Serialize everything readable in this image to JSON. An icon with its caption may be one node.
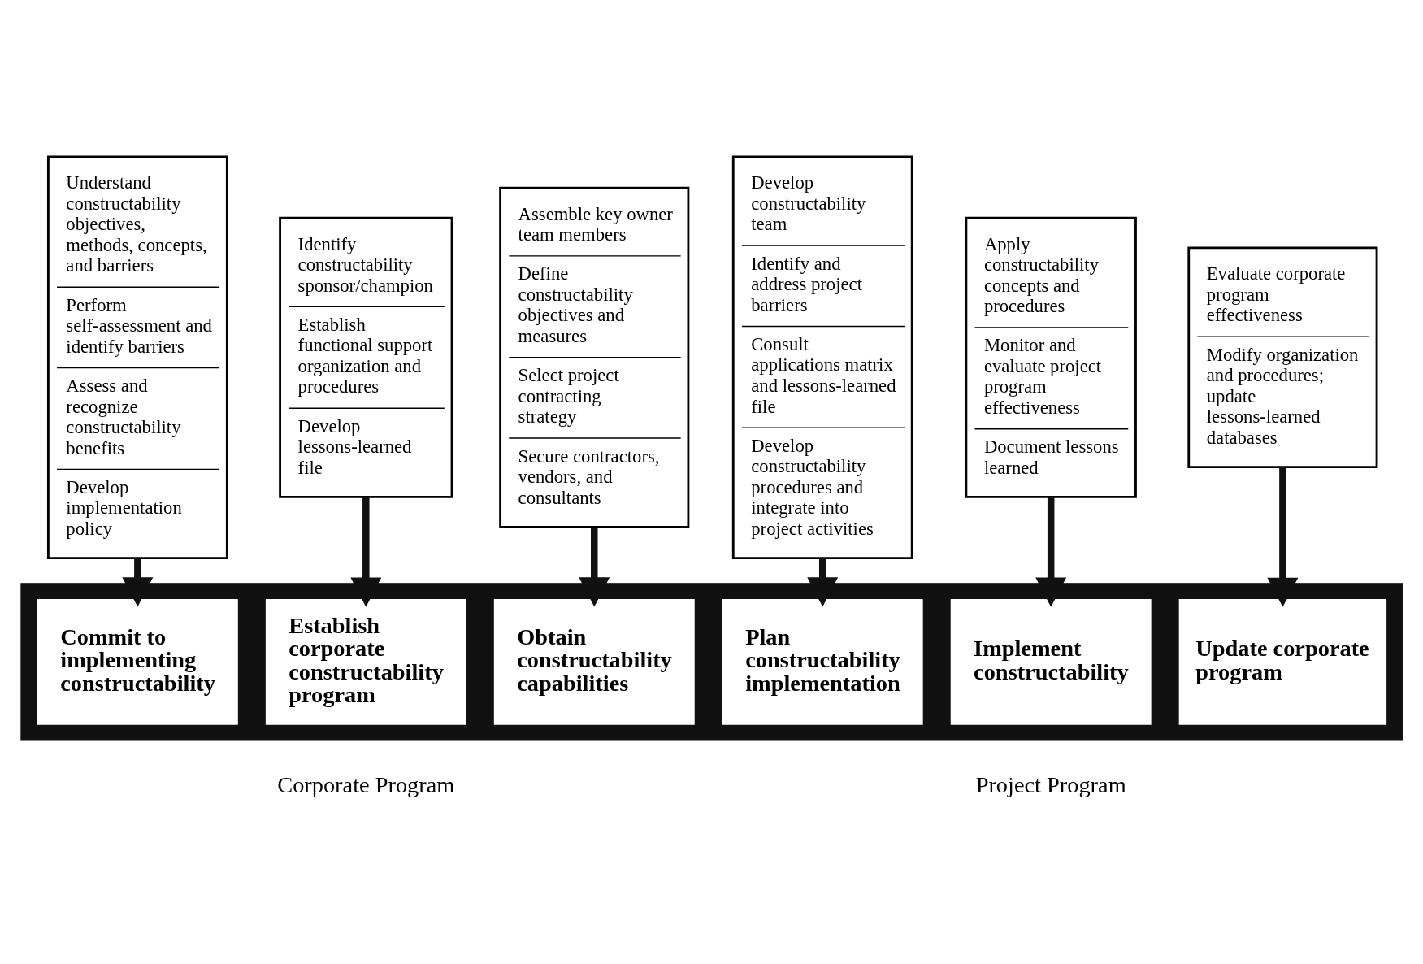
{
  "diagram": {
    "nodes": [
      {
        "text": [
          "Understand constructability objectives, methods, concepts, and barriers",
          "Perform self-assessment and identify barriers",
          "Assess and recognize constructability benefits",
          "Develop implementation policy"
        ]
      },
      {
        "text": [
          "Identify constructability sponsor/champion",
          "Establish functional support organization and procedures",
          "Develop lessons-learned file"
        ]
      },
      {
        "text": [
          "Assemble key owner team members",
          "Define constructability objectives and measures",
          "Select project contracting strategy",
          "Secure contractors, vendors, and consultants"
        ]
      },
      {
        "text": [
          "Develop constructability team",
          "Identify and address project barriers",
          "Consult applications matrix and lessons-learned file",
          "Develop constructability procedures and integrate into project activities"
        ]
      },
      {
        "text": [
          "Apply constructability concepts and procedures",
          "Monitor and evaluate project program effectiveness",
          "Document lessons learned"
        ]
      },
      {
        "text": [
          "Evaluate corporate program effectiveness",
          "Modify organization and procedures; update lessons-learned databases"
        ]
      },
      {
        "text": [],
        "shape": "bar"
      },
      {
        "text": [
          "Commit to implementing constructability"
        ],
        "in": 6
      },
      {
        "text": [
          "Establish corporate constructability program"
        ],
        "in": 6
      },
      {
        "text": [
          "Obtain constructability capabilities"
        ],
        "in": 6
      },
      {
        "text": [
          "Plan constructability implementation"
        ],
        "in": 6
      },
      {
        "text": [
          "Implement constructability"
        ],
        "in": 6
      },
      {
        "text": [
          "Update corporate program"
        ],
        "in": 6
      }
    ],
    "edges": [
      {
        "from": 0,
        "to": 7,
        "arrow": "to"
      },
      {
        "from": 1,
        "to": 8,
        "arrow": "to"
      },
      {
        "from": 2,
        "to": 9,
        "arrow": "to"
      },
      {
        "from": 3,
        "to": 10,
        "arrow": "to"
      },
      {
        "from": 4,
        "to": 11,
        "arrow": "to"
      },
      {
        "from": 5,
        "to": 12,
        "arrow": "to"
      }
    ],
    "labels": [
      "Corporate Program",
      "Project Program"
    ]
  }
}
